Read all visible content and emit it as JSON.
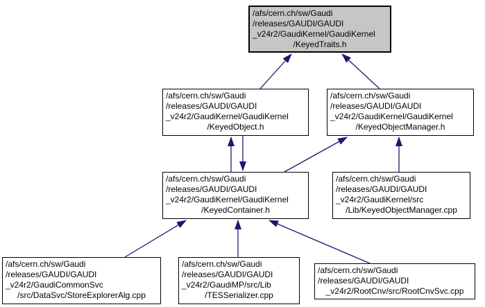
{
  "diagram": {
    "nodes": {
      "keyed_traits_h": {
        "path": "/afs/cern.ch/sw/Gaudi\n/releases/GAUDI/GAUDI\n_v24r2/GaudiKernel/GaudiKernel",
        "file": "/KeyedTraits.h"
      },
      "keyed_object_h": {
        "path": "/afs/cern.ch/sw/Gaudi\n/releases/GAUDI/GAUDI\n_v24r2/GaudiKernel/GaudiKernel",
        "file": "/KeyedObject.h"
      },
      "keyed_object_manager_h": {
        "path": "/afs/cern.ch/sw/Gaudi\n/releases/GAUDI/GAUDI\n_v24r2/GaudiKernel/GaudiKernel",
        "file": "/KeyedObjectManager.h"
      },
      "keyed_container_h": {
        "path": "/afs/cern.ch/sw/Gaudi\n/releases/GAUDI/GAUDI\n_v24r2/GaudiKernel/GaudiKernel",
        "file": "/KeyedContainer.h"
      },
      "keyed_object_manager_cpp": {
        "path": "/afs/cern.ch/sw/Gaudi\n/releases/GAUDI/GAUDI\n_v24r2/GaudiKernel/src",
        "file": "/Lib/KeyedObjectManager.cpp"
      },
      "store_explorer_alg_cpp": {
        "path": "/afs/cern.ch/sw/Gaudi\n/releases/GAUDI/GAUDI\n_v24r2/GaudiCommonSvc",
        "file": "/src/DataSvc/StoreExplorerAlg.cpp"
      },
      "tes_serializer_cpp": {
        "path": "/afs/cern.ch/sw/Gaudi\n/releases/GAUDI/GAUDI\n_v24r2/GaudiMP/src/Lib",
        "file": "/TESSerializer.cpp"
      },
      "root_cnv_svc_cpp": {
        "path": "/afs/cern.ch/sw/Gaudi\n/releases/GAUDI/GAUDI",
        "file": "_v24r2/RootCnv/src/RootCnvSvc.cpp"
      }
    },
    "colors": {
      "arrow": "#191970",
      "node_border": "#000000",
      "node_fill": "#ffffff",
      "focus_node_fill": "#c6c6c6",
      "background": "#ffffff"
    }
  }
}
